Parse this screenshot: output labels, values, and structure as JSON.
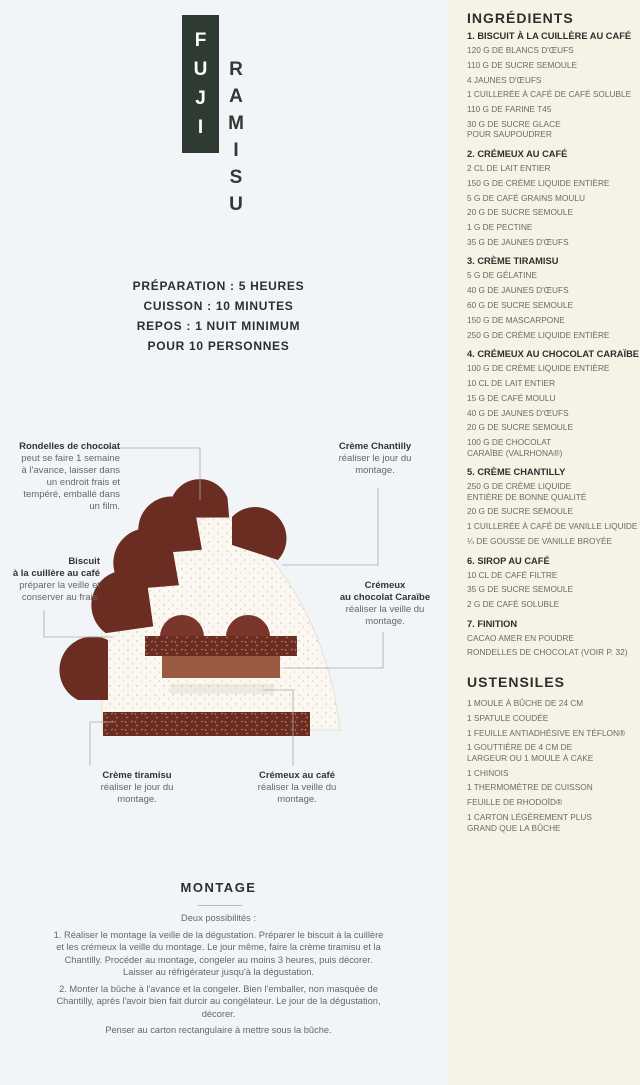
{
  "title": {
    "fuji": "FUJI",
    "ramisu": "RAMISU"
  },
  "meta": [
    "PRÉPARATION : 5 HEURES",
    "CUISSON : 10 MINUTES",
    "REPOS : 1 NUIT MINIMUM",
    "POUR 10 PERSONNES"
  ],
  "diagram": {
    "rondelles": {
      "title": "Rondelles de chocolat",
      "text": [
        "peut se faire 1 semaine",
        "à l'avance, laisser dans",
        "un endroit frais et",
        "tempéré, emballé dans",
        "un film."
      ]
    },
    "chantilly": {
      "title": "Crème Chantilly",
      "text": [
        "réaliser le jour du",
        "montage."
      ]
    },
    "biscuit": {
      "title": [
        "Biscuit",
        "à la cuillère au café"
      ],
      "text": [
        "préparer la veille et",
        "conserver au frais."
      ]
    },
    "cremeux_caraibe": {
      "title": [
        "Crémeux",
        "au chocolat Caraïbe"
      ],
      "text": [
        "réaliser la veille du",
        "montage."
      ]
    },
    "tiramisu": {
      "title": "Crème tiramisu",
      "text": [
        "réaliser le jour du",
        "montage."
      ]
    },
    "cremeux_cafe": {
      "title": "Crémeux au café",
      "text": [
        "réaliser la veille du",
        "montage."
      ]
    }
  },
  "montage": {
    "title": "MONTAGE",
    "intro": "Deux possibilités :",
    "p1": "1. Réaliser le montage la veille de la dégustation. Préparer le biscuit à la cuillère et les crémeux la veille du montage. Le jour même, faire la crème tiramisu et la Chantilly. Procéder au montage, congeler au moins 3 heures, puis décorer. Laisser au réfrigérateur jusqu'à la dégustation.",
    "p2": "2. Monter la bûche à l'avance et la congeler. Bien l'emballer, non masquée de Chantilly, après l'avoir bien fait durcir au congélateur. Le jour de la dégustation, décorer.",
    "p3": "Penser au carton rectangulaire à mettre sous la bûche."
  },
  "ingredients_title": "INGRÉDIENTS",
  "groups": [
    {
      "name": "1. BISCUIT À LA CUILLÈRE AU CAFÉ",
      "items": [
        "120 G DE BLANCS D'ŒUFS",
        "110 G DE SUCRE SEMOULE",
        "4 JAUNES D'ŒUFS",
        "1 CUILLERÉE À CAFÉ DE CAFÉ SOLUBLE",
        "110 G DE FARINE T45",
        "30 G DE SUCRE GLACE\nPOUR SAUPOUDRER"
      ]
    },
    {
      "name": "2. CRÉMEUX AU CAFÉ",
      "items": [
        "2 CL DE LAIT ENTIER",
        "150 G DE CRÈME LIQUIDE ENTIÈRE",
        "5 G DE CAFÉ GRAINS MOULU",
        "20 G DE SUCRE SEMOULE",
        "1 G DE PECTINE",
        "35 G DE JAUNES D'ŒUFS"
      ]
    },
    {
      "name": "3. CRÈME TIRAMISU",
      "items": [
        "5 G DE GÉLATINE",
        "40 G DE JAUNES D'ŒUFS",
        "60 G DE SUCRE SEMOULE",
        "150 G DE MASCARPONE",
        "250 G DE CRÈME LIQUIDE ENTIÈRE"
      ]
    },
    {
      "name": "4. CRÉMEUX AU CHOCOLAT CARAÏBE",
      "items": [
        "100 G DE CRÈME LIQUIDE ENTIÈRE",
        "10 CL DE LAIT ENTIER",
        "15 G DE CAFÉ MOULU",
        "40 G DE JAUNES D'ŒUFS",
        "20 G DE SUCRE SEMOULE",
        "100 G DE CHOCOLAT\nCARAÏBE (VALRHONA®)"
      ]
    },
    {
      "name": "5. CRÈME CHANTILLY",
      "items": [
        "250 G DE CRÈME LIQUIDE\nENTIÈRE DE BONNE QUALITÉ",
        "20 G DE SUCRE SEMOULE",
        "1 CUILLERÉE À CAFÉ DE VANILLE LIQUIDE",
        "¼ DE GOUSSE DE VANILLE BROYÉE"
      ]
    },
    {
      "name": "6. SIROP AU CAFÉ",
      "items": [
        "10 CL DE CAFÉ FILTRE",
        "35 G DE SUCRE SEMOULE",
        "2 G DE CAFÉ SOLUBLE"
      ]
    },
    {
      "name": "7. FINITION",
      "items": [
        "CACAO AMER EN POUDRE",
        "RONDELLES DE CHOCOLAT (VOIR P. 32)"
      ]
    }
  ],
  "ustensiles_title": "USTENSILES",
  "ustensiles": [
    "1 MOULE À BÛCHE DE 24 CM",
    "1 SPATULE COUDÉE",
    "1 FEUILLE ANTIADHÉSIVE EN TÉFLON®",
    "1 GOUTTIÈRE DE 4 CM DE\nLARGEUR OU 1 MOULE À CAKE",
    "1 CHINOIS",
    "1 THERMOMÈTRE DE CUISSON",
    "FEUILLE DE RHODOÏD®",
    "1 CARTON LÉGÈREMENT PLUS\nGRAND QUE LA BÛCHE"
  ],
  "colors": {
    "title_box": "#2f3a33",
    "chocolate": "#6b2c22",
    "cream": "#f7f3ea",
    "right_bg": "#f6f2e6"
  }
}
